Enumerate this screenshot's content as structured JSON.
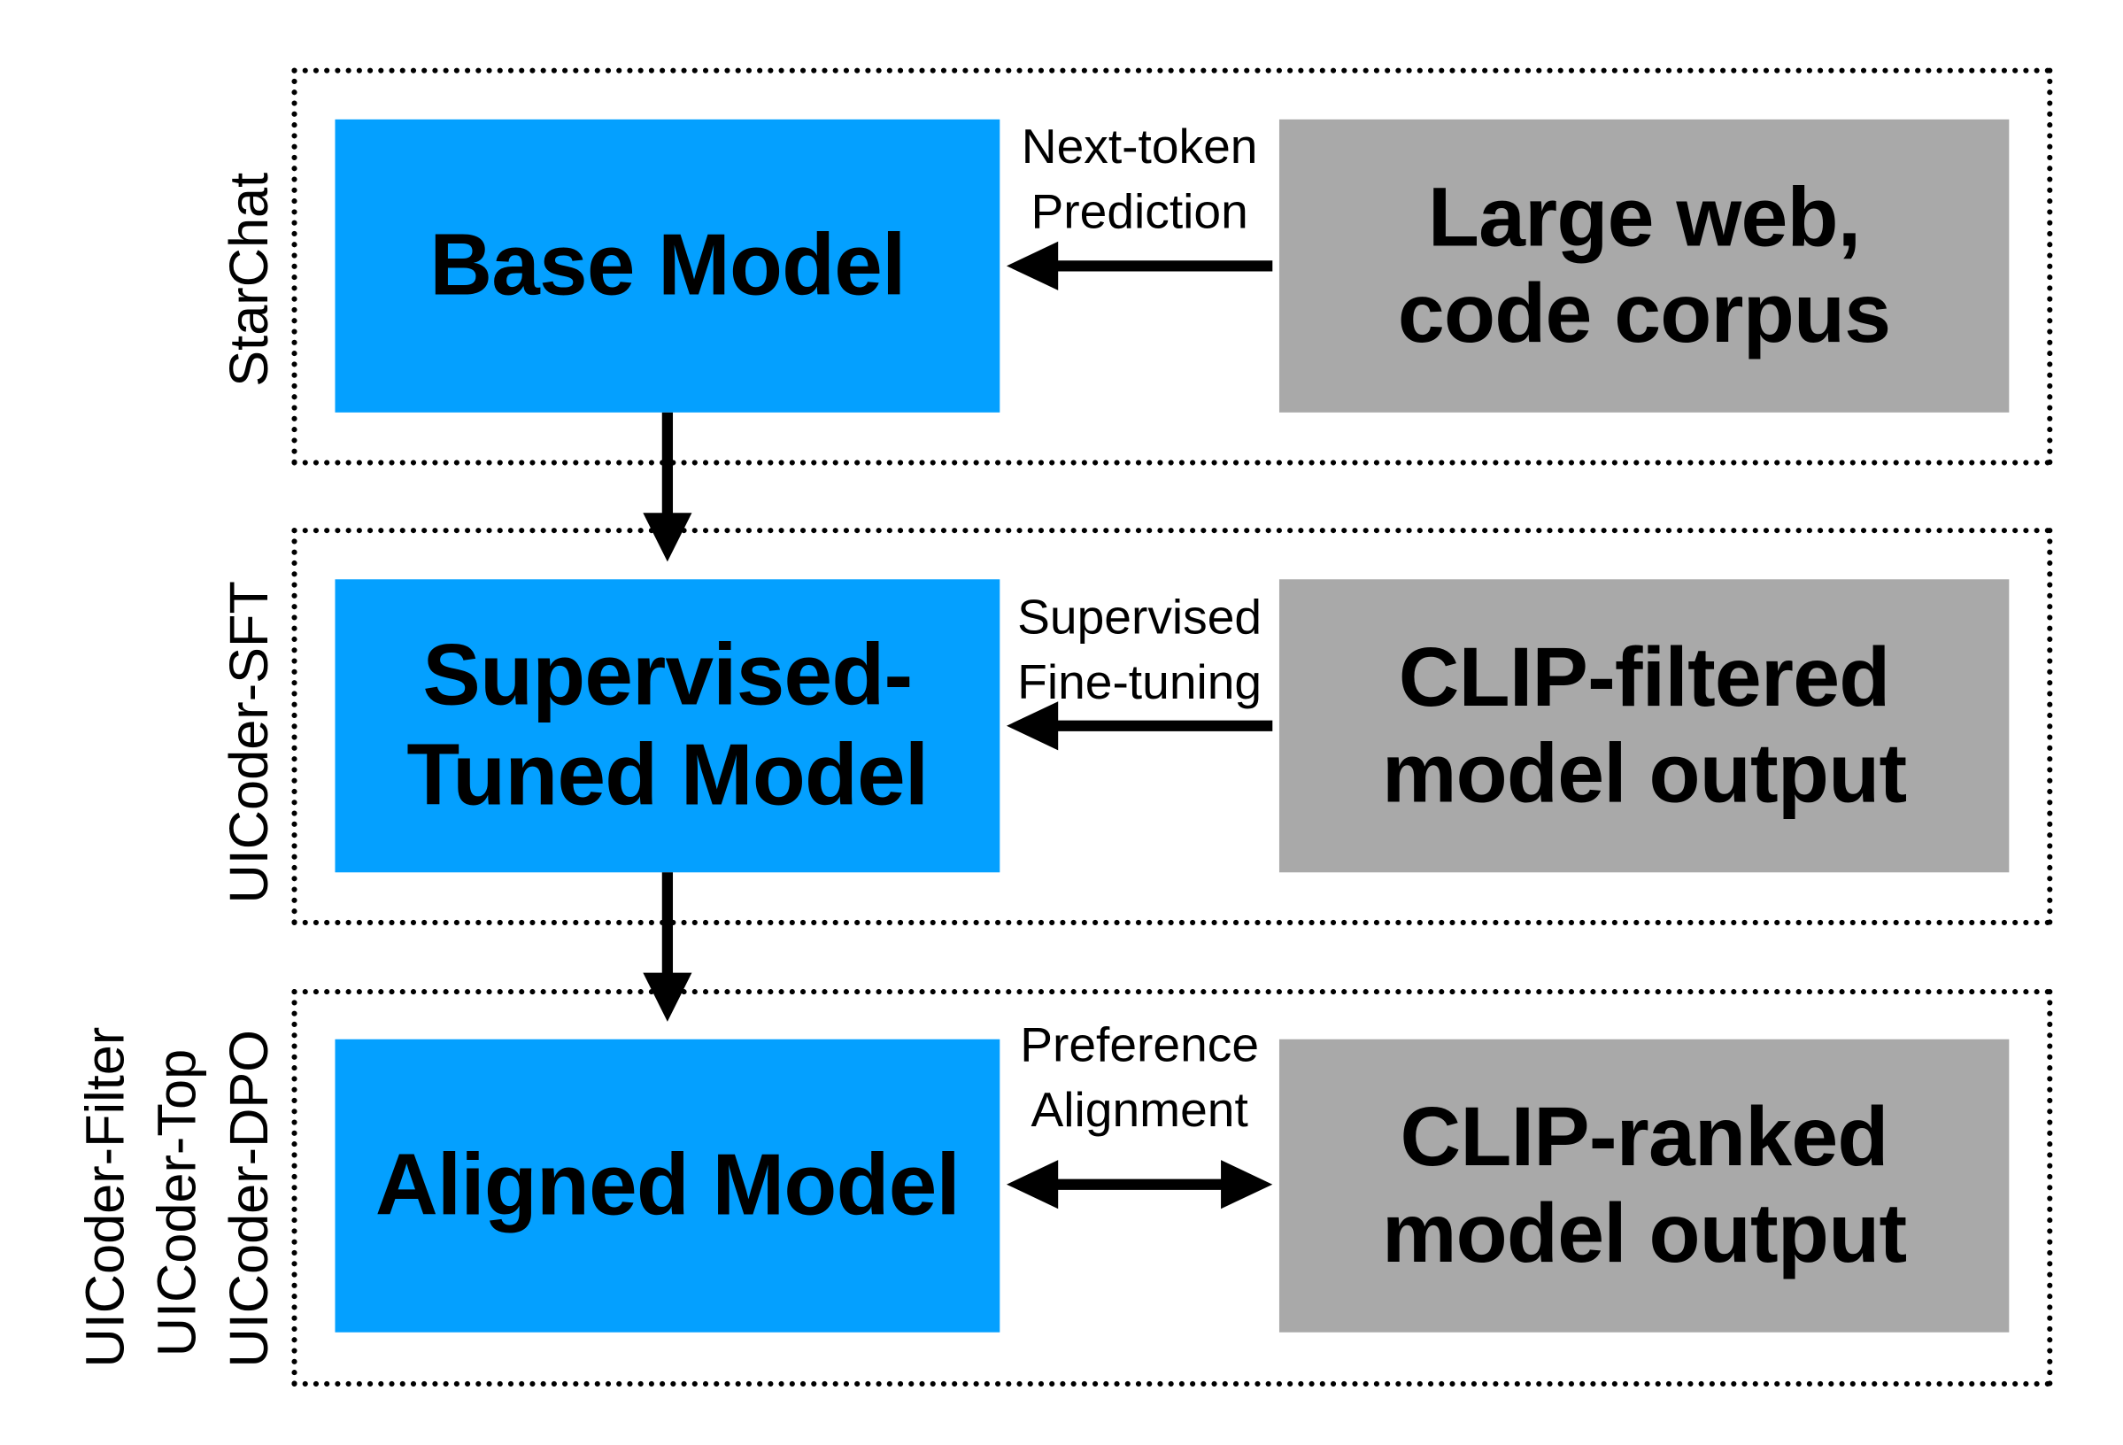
{
  "stages": [
    {
      "side_labels": [
        "StarChat"
      ],
      "model": {
        "lines": [
          "Base Model"
        ]
      },
      "data": {
        "lines": [
          "Large web,",
          "code corpus"
        ]
      },
      "edge_label": {
        "lines": [
          "Next-token",
          "Prediction"
        ]
      },
      "edge_direction": "left"
    },
    {
      "side_labels": [
        "UICoder-SFT"
      ],
      "model": {
        "lines": [
          "Supervised-",
          "Tuned Model"
        ]
      },
      "data": {
        "lines": [
          "CLIP-filtered",
          "model output"
        ]
      },
      "edge_label": {
        "lines": [
          "Supervised",
          "Fine-tuning"
        ]
      },
      "edge_direction": "left"
    },
    {
      "side_labels": [
        "UICoder-Filter",
        "UICoder-Top",
        "UICoder-DPO"
      ],
      "model": {
        "lines": [
          "Aligned Model"
        ]
      },
      "data": {
        "lines": [
          "CLIP-ranked",
          "model output"
        ]
      },
      "edge_label": {
        "lines": [
          "Preference",
          "Alignment"
        ]
      },
      "edge_direction": "both"
    }
  ],
  "colors": {
    "model_box": "#04a0ff",
    "data_box": "#a9a9a9",
    "arrow": "#000000",
    "group_border": "#000000"
  }
}
